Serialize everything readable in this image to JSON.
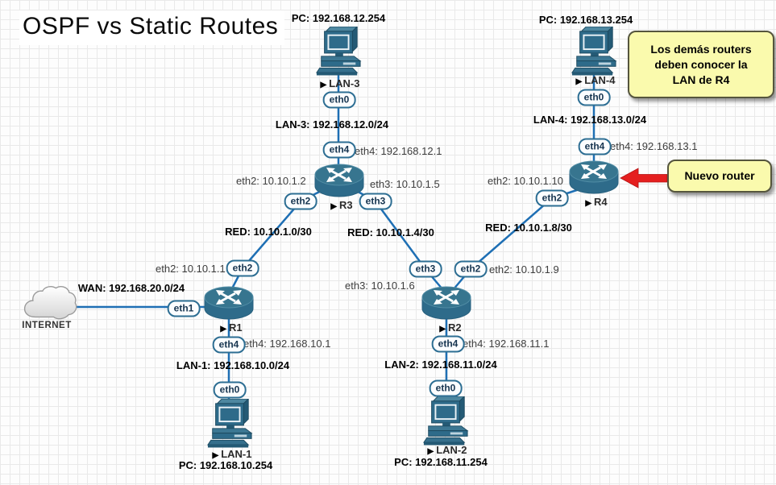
{
  "title": "OSPF vs Static Routes",
  "icons": {
    "device_marker": "▶"
  },
  "colors": {
    "link": "#1e6fb4",
    "device_body": "#2e6b8a",
    "badge_border": "#2d6e93",
    "note_bg": "#fafaad",
    "red_arrow": "#e51f1f"
  },
  "notes": {
    "other_routers": {
      "lines": [
        "Los demás routers",
        "deben conocer la",
        "LAN de R4"
      ]
    },
    "new_router": {
      "text": "Nuevo router"
    }
  },
  "devices": {
    "internet": {
      "label": "INTERNET"
    },
    "r1": {
      "label": "R1"
    },
    "r2": {
      "label": "R2"
    },
    "r3": {
      "label": "R3"
    },
    "r4": {
      "label": "R4"
    },
    "lan1_pc": {
      "label": "LAN-1",
      "pc_ip": "PC: 192.168.10.254"
    },
    "lan2_pc": {
      "label": "LAN-2",
      "pc_ip": "PC: 192.168.11.254"
    },
    "lan3_pc": {
      "label": "LAN-3",
      "pc_ip": "PC: 192.168.12.254"
    },
    "lan4_pc": {
      "label": "LAN-4",
      "pc_ip": "PC: 192.168.13.254"
    }
  },
  "network_labels": {
    "wan": "WAN: 192.168.20.0/24",
    "lan1": "LAN-1: 192.168.10.0/24",
    "lan2": "LAN-2: 192.168.11.0/24",
    "lan3": "LAN-3: 192.168.12.0/24",
    "lan4": "LAN-4: 192.168.13.0/24",
    "red_a": "RED: 10.10.1.0/30",
    "red_b": "RED: 10.10.1.4/30",
    "red_c": "RED: 10.10.1.8/30"
  },
  "interface_labels": {
    "r3_eth4": "eth4: 192.168.12.1",
    "r3_eth2": "eth2: 10.10.1.2",
    "r3_eth3": "eth3: 10.10.1.5",
    "r4_eth4": "eth4: 192.168.13.1",
    "r4_eth2": "eth2: 10.10.1.10",
    "r1_eth2": "eth2: 10.10.1.1",
    "r1_eth4": "eth4: 192.168.10.1",
    "r2_eth3": "eth3: 10.10.1.6",
    "r2_eth2": "eth2: 10.10.1.9",
    "r2_eth4": "eth4: 192.168.11.1"
  },
  "port_badges": {
    "lan3_eth0": "eth0",
    "lan4_eth0": "eth0",
    "lan1_eth0": "eth0",
    "lan2_eth0": "eth0",
    "r3_eth4": "eth4",
    "r3_eth2": "eth2",
    "r3_eth3": "eth3",
    "r4_eth4": "eth4",
    "r4_eth2": "eth2",
    "r1_eth1": "eth1",
    "r1_eth2": "eth2",
    "r1_eth4": "eth4",
    "r2_eth3": "eth3",
    "r2_eth2": "eth2",
    "r2_eth4": "eth4"
  }
}
